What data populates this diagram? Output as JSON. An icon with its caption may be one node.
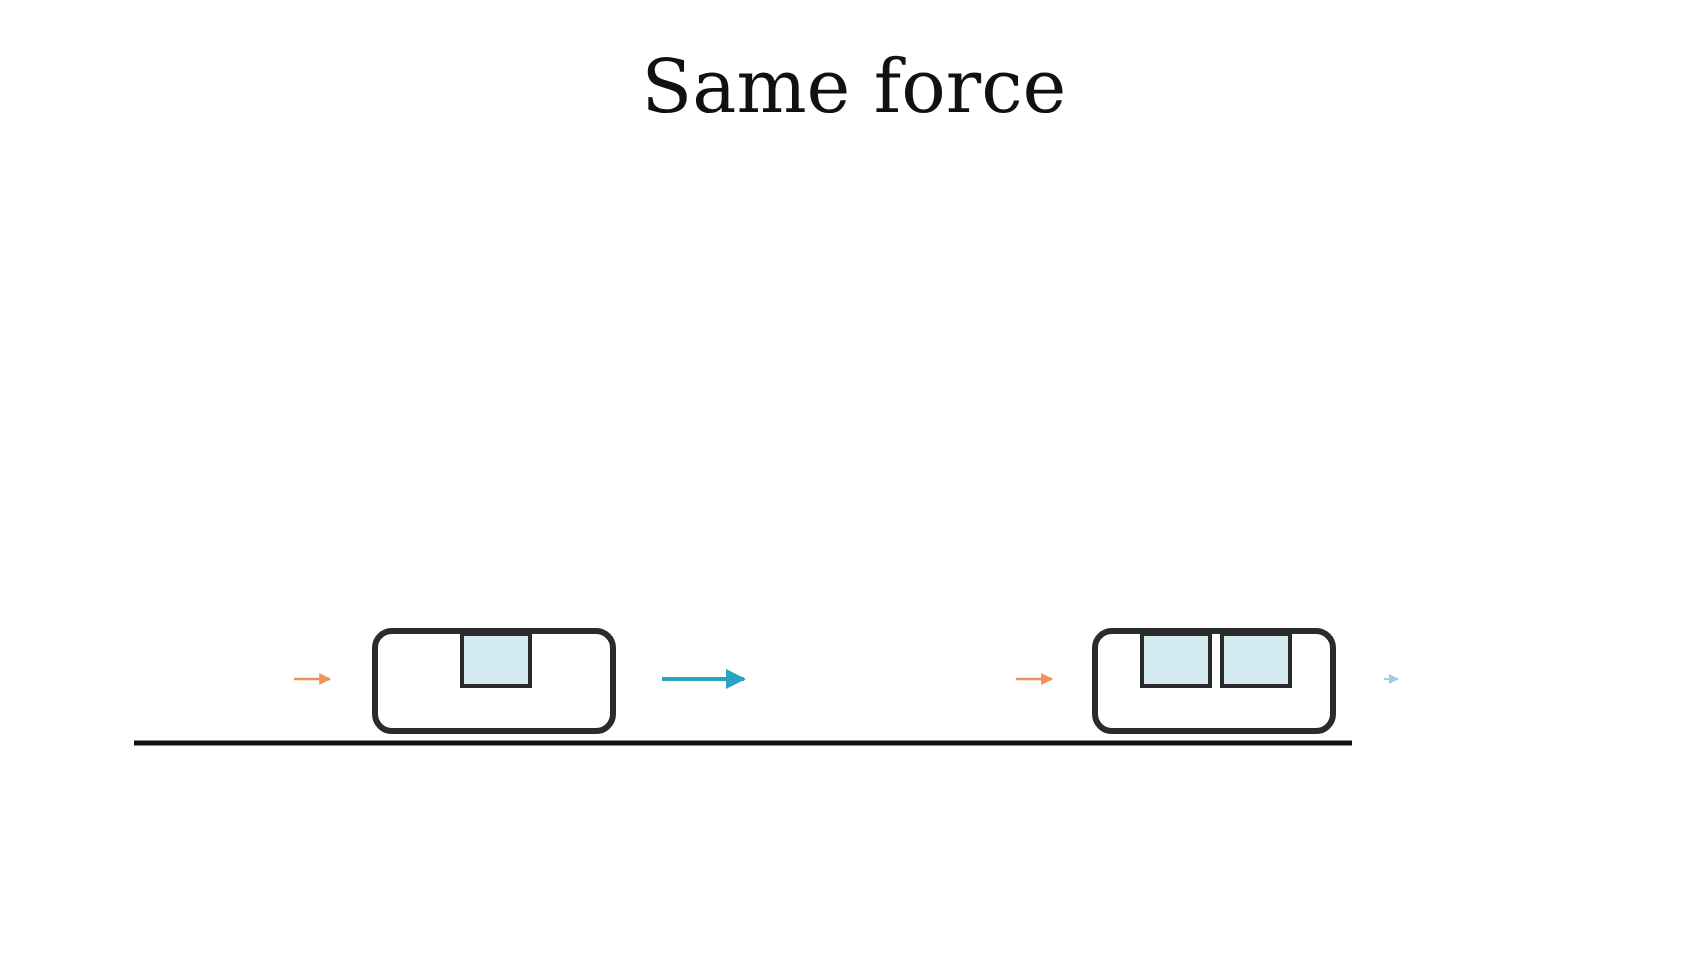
{
  "diagram": {
    "title": "Same force",
    "nodes": [
      {
        "text": [],
        "shape": "box"
      },
      {
        "text": [],
        "shape": "box",
        "in": 0
      },
      {
        "text": [],
        "shape": "box"
      },
      {
        "text": [],
        "shape": "box",
        "in": 2
      },
      {
        "text": [],
        "shape": "box",
        "in": 2
      }
    ]
  }
}
